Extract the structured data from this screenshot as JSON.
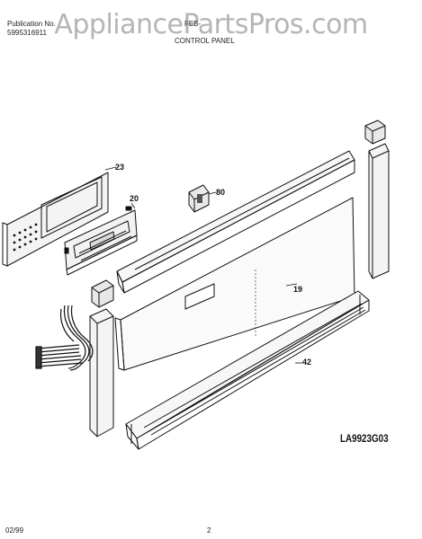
{
  "header": {
    "pub_label": "Publication No.",
    "pub_number": "5995316911",
    "model_label": "FEB-",
    "section_title": "CONTROL PANEL"
  },
  "watermark": "AppliancePartsPros.com",
  "callouts": {
    "p23": "23",
    "p20": "20",
    "p80": "80",
    "p19": "19",
    "p42": "42"
  },
  "drawing_code": "LA9923G03",
  "footer": {
    "date": "02/99",
    "page": "2"
  }
}
